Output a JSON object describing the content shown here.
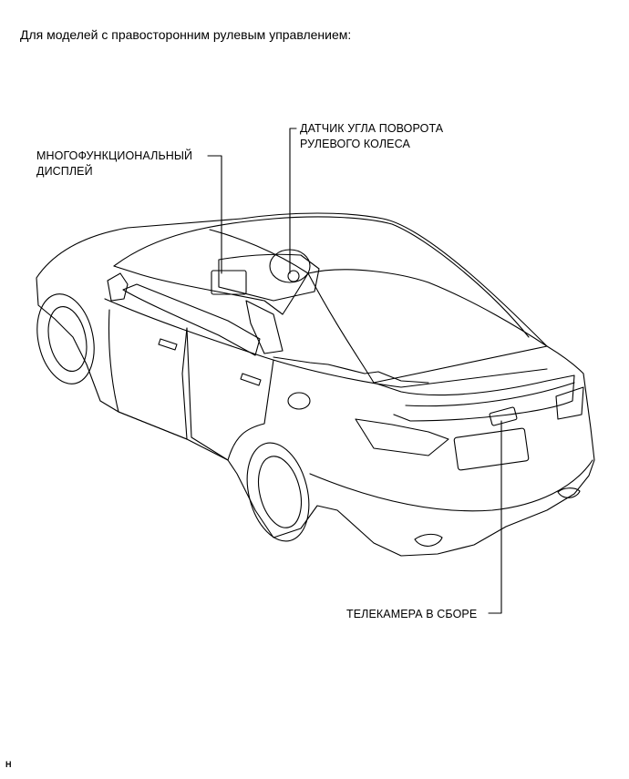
{
  "heading": "Для моделей с правосторонним рулевым управлением:",
  "labels": {
    "display": [
      "МНОГОФУНКЦИОНАЛЬНЫЙ",
      "ДИСПЛЕЙ"
    ],
    "sensor": [
      "ДАТЧИК УГЛА ПОВОРОТА",
      "РУЛЕВОГО КОЛЕСА"
    ],
    "camera": "ТЕЛЕКАМЕРА В СБОРЕ"
  },
  "corner_mark": "H"
}
